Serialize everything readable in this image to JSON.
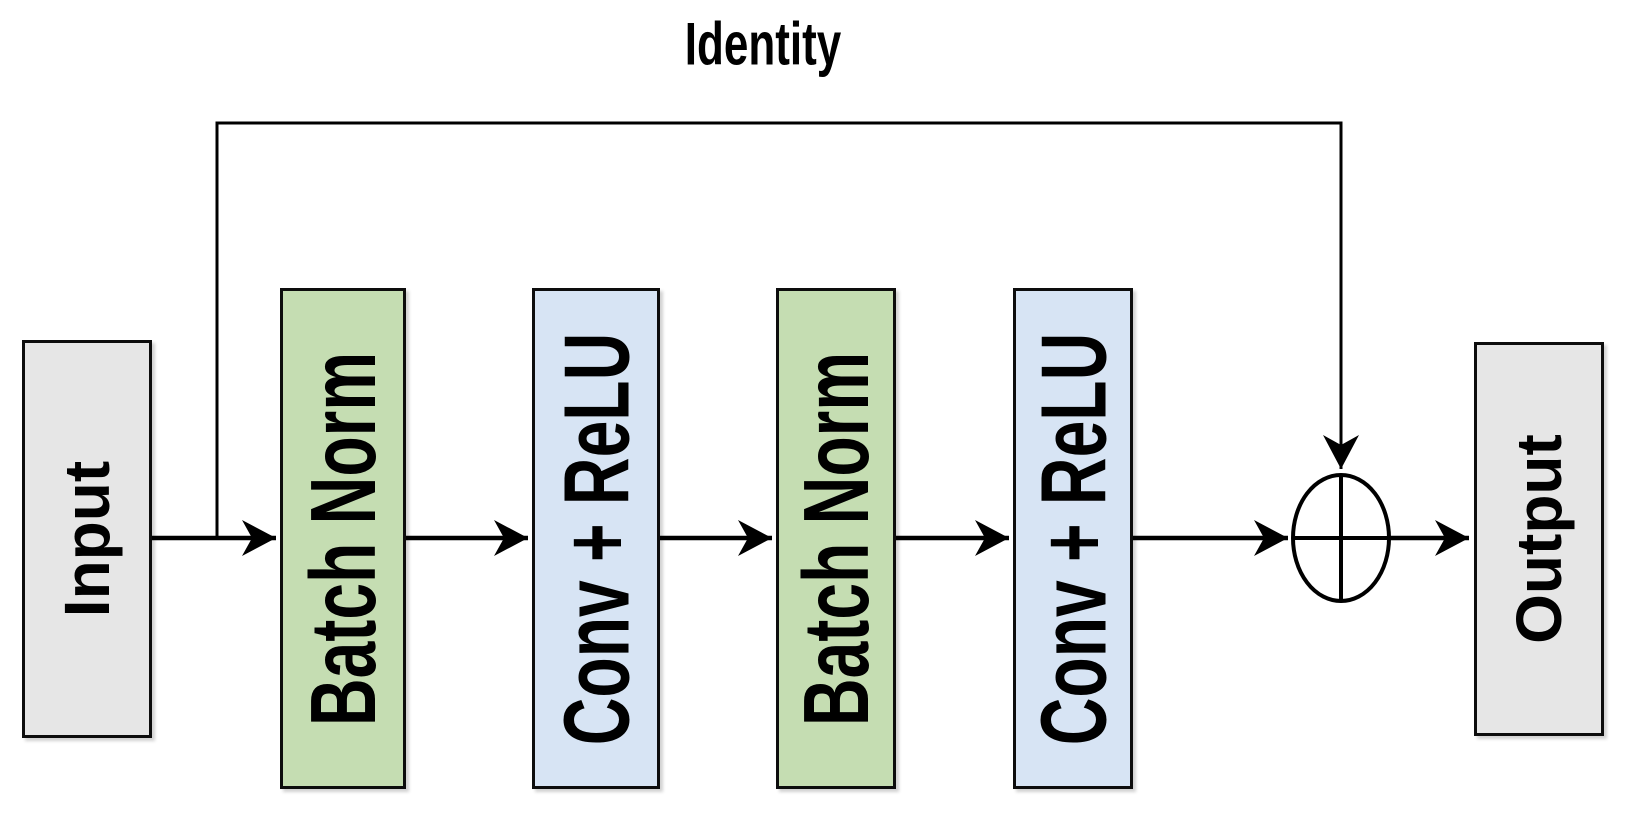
{
  "diagram": {
    "title": "Identity",
    "blocks": [
      {
        "id": "input",
        "label": "Input",
        "fill": "#e6e6e6"
      },
      {
        "id": "batch-norm-1",
        "label": "Batch Norm",
        "fill": "#c5ddb2"
      },
      {
        "id": "conv-relu-1",
        "label": "Conv + ReLU",
        "fill": "#d7e4f4"
      },
      {
        "id": "batch-norm-2",
        "label": "Batch Norm",
        "fill": "#c5ddb2"
      },
      {
        "id": "conv-relu-2",
        "label": "Conv + ReLU",
        "fill": "#d7e4f4"
      },
      {
        "id": "output",
        "label": "Output",
        "fill": "#e6e6e6"
      }
    ],
    "sum_node": {
      "icon": "plus-circle-icon",
      "symbol": "⊕"
    },
    "colors": {
      "background": "#ffffff",
      "stroke": "#000000",
      "io_fill": "#e6e6e6",
      "batch_norm_fill": "#c5ddb2",
      "conv_relu_fill": "#d7e4f4"
    }
  }
}
